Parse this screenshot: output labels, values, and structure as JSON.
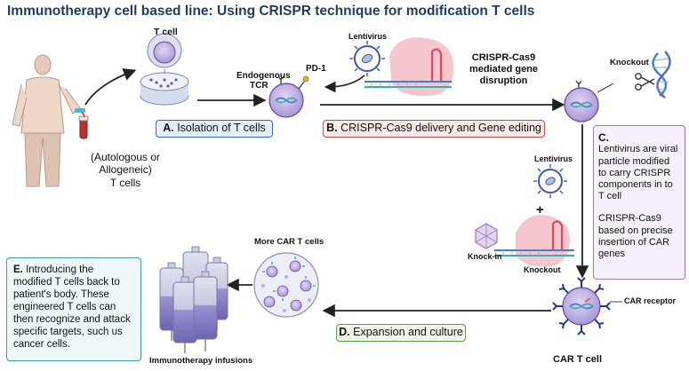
{
  "title": "Immunotherapy cell based line: Using CRISPR technique for modification T cells",
  "labels": {
    "t_cell": "T cell",
    "endogenous": "Endogenous",
    "tcr": "TCR",
    "pd1": "PD-1",
    "lentivirus_top": "Lentivirus",
    "crispr_line1": "CRISPR-Cas9",
    "crispr_line2": "mediated gene",
    "crispr_line3": "disruption",
    "knockout_top": "Knockout",
    "source_line1": "(Autologous or",
    "source_line2": "Allogeneic)",
    "source_line3": "T cells",
    "lentivirus_mid": "Lentivirus",
    "plus": "+",
    "knock_in": "Knock-in",
    "knockout_mid": "Knockout",
    "more_car": "More CAR T cells",
    "car_receptor": "CAR receptor",
    "car_t_cell": "CAR T cell",
    "infusions": "Immunotherapy infusions"
  },
  "steps": {
    "a_letter": "A.",
    "a_text": "Isolation of T cells",
    "b_letter": "B.",
    "b_text": "CRISPR-Cas9 delivery and Gene editing",
    "c_letter": "C.",
    "c_text1": "Lentivirus are viral particle modified to carry CRISPR components in to T cell",
    "c_text2": "CRISPR-Cas9 based on precise insertion of CAR genes",
    "d_letter": "D.",
    "d_text": "Expansion and culture",
    "e_letter": "E.",
    "e_text": "Introducing the modified T cells back to patient's body. These engineered T cells can then recognize and attack specific targets, such us cancer cells."
  },
  "colors": {
    "title": "#1f3c5c",
    "cell_fill": "#b8a6de",
    "cell_stroke": "#5e4aa0",
    "dna_blue": "#3a7fd0",
    "dna_teal": "#38b0a8",
    "cas9_pink": "#f0b0bc",
    "virus_blue": "#3c5a9e",
    "bag_fill": "#8e86c8",
    "arrow": "#222222",
    "box_a": "#3a68b0",
    "box_b": "#c24b4b",
    "box_c": "#9a78c4",
    "box_d": "#5aa04a",
    "box_e": "#3ea0a0"
  }
}
